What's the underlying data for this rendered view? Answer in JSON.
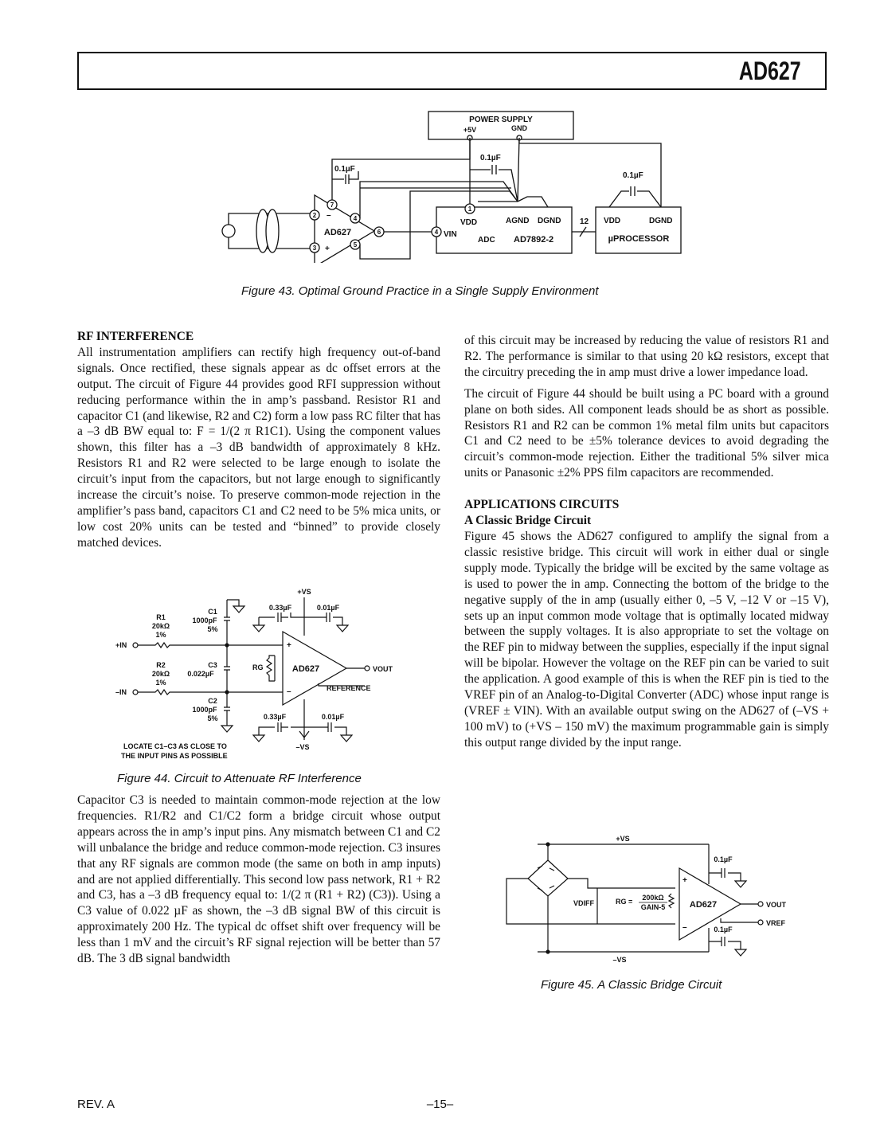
{
  "header": {
    "part_number": "AD627"
  },
  "figure43": {
    "caption": "Figure 43. Optimal Ground Practice in a Single Supply Environment",
    "labels": {
      "power_supply": "POWER SUPPLY",
      "plus5v": "+5V",
      "gnd": "GND",
      "cap1": "0.1µF",
      "cap2": "0.1µF",
      "cap3": "0.1µF",
      "amp": "AD627",
      "pin7": "7",
      "pin2": "2",
      "pin3": "3",
      "pin4": "4",
      "pin5": "5",
      "pin6": "6",
      "adc_pin1": "1",
      "adc_pin4": "4",
      "vdd": "VDD",
      "agnd": "AGND",
      "dgnd": "DGND",
      "vin": "VIN",
      "adc": "ADC",
      "adc_part": "AD7892-2",
      "bus": "12",
      "up_vdd": "VDD",
      "up_dgnd": "DGND",
      "microprocessor": "µPROCESSOR",
      "minus": "–",
      "plus": "+"
    }
  },
  "figure44": {
    "caption": "Figure 44. Circuit to Attenuate RF Interference",
    "labels": {
      "vs_pos": "+VS",
      "vs_neg": "–VS",
      "c1": "C1",
      "c1_val": "1000pF",
      "c1_tol": "5%",
      "r1": "R1",
      "r1_val": "20kΩ",
      "r1_tol": "1%",
      "in_pos": "+IN",
      "r2": "R2",
      "r2_val": "20kΩ",
      "r2_tol": "1%",
      "in_neg": "–IN",
      "c3": "C3",
      "c3_val": "0.022µF",
      "c2": "C2",
      "c2_val": "1000pF",
      "c2_tol": "5%",
      "cap_033_top": "0.33µF",
      "cap_001_top": "0.01µF",
      "cap_033_bot": "0.33µF",
      "cap_001_bot": "0.01µF",
      "rg": "RG",
      "amp": "AD627",
      "vout": "VOUT",
      "reference": "REFERENCE",
      "note_line1": "LOCATE C1–C3 AS CLOSE TO",
      "note_line2": "THE INPUT PINS AS POSSIBLE",
      "plus": "+",
      "minus": "–"
    }
  },
  "figure45": {
    "caption": "Figure 45. A Classic Bridge Circuit",
    "labels": {
      "vs_pos": "+VS",
      "vs_neg": "–VS",
      "cap_top": "0.1µF",
      "cap_bot": "0.1µF",
      "vdiff": "VDIFF",
      "rg_eq": "RG =",
      "rg_num": "200kΩ",
      "rg_den": "GAIN-5",
      "amp": "AD627",
      "vout": "VOUT",
      "vref": "VREF",
      "plus": "+",
      "minus": "–"
    }
  },
  "left_column": {
    "rf_heading": "RF INTERFERENCE",
    "rf_p1": "All instrumentation amplifiers can rectify high frequency out-of-band signals. Once rectified, these signals appear as dc offset errors at the output. The circuit of Figure 44 provides good RFI suppression without reducing performance within the in amp’s passband. Resistor R1 and capacitor C1 (and likewise, R2 and C2) form a low pass RC filter that has a –3 dB BW equal to: F = 1/(2 π R1C1). Using the component values shown, this filter has a –3 dB bandwidth of approximately 8 kHz. Resistors R1 and R2 were selected to be large enough to isolate the circuit’s input from the capacitors, but not large enough to significantly increase the circuit’s noise. To preserve common-mode rejection in the amplifier’s pass band, capacitors C1 and C2 need to be 5% mica units, or low cost 20% units can be tested and “binned” to provide closely matched devices.",
    "rf_p2": "Capacitor C3 is needed to maintain common-mode rejection at the low frequencies. R1/R2 and C1/C2 form a bridge circuit whose output appears across the in amp’s input pins. Any mismatch between C1 and C2 will unbalance the bridge and reduce common-mode rejection. C3 insures that any RF signals are common mode (the same on both in amp inputs) and are not applied differentially. This second low pass network, R1 + R2 and C3, has a –3 dB frequency equal to: 1/(2 π (R1 + R2) (C3)). Using a C3 value of 0.022 µF as shown, the –3 dB signal BW of this circuit is approximately 200 Hz. The typical dc offset shift over frequency will be less than 1 mV and the circuit’s RF signal rejection will be better than 57 dB. The 3 dB signal bandwidth"
  },
  "right_column": {
    "p1": "of this circuit may be increased by reducing the value of resistors R1 and R2. The performance is similar to that using 20 kΩ resistors, except that the circuitry preceding the in amp must drive a lower impedance load.",
    "p2": "The circuit of Figure 44 should be built using a PC board with a ground plane on both sides. All component leads should be as short as possible. Resistors R1 and R2 can be common 1% metal film units but capacitors C1 and C2 need to be ±5% tolerance devices to avoid degrading the circuit’s common-mode rejection. Either the traditional 5% silver mica units or Panasonic ±2% PPS film capacitors are recommended.",
    "apps_heading": "APPLICATIONS CIRCUITS",
    "bridge_heading": "A Classic Bridge Circuit",
    "p3": "Figure 45 shows the AD627 configured to amplify the signal from a classic resistive bridge. This circuit will work in either dual or single supply mode. Typically the bridge will be excited by the same voltage as is used to power the in amp. Connecting the bottom of the bridge to the negative supply of the in amp (usually either 0, –5 V, –12 V or –15 V), sets up an input common mode voltage that is optimally located midway between the supply voltages. It is also appropriate to set the voltage on the REF pin to midway between the supplies, especially if the input signal will be bipolar. However the voltage on the REF pin can be varied to suit the application. A good example of this is when the REF pin is tied to the VREF pin of an Analog-to-Digital Converter (ADC) whose input range is (VREF ± VIN). With an available output swing on the AD627 of (–VS + 100 mV) to (+VS – 150 mV) the maximum programmable gain is simply this output range divided by the input range."
  },
  "footer": {
    "rev": "REV. A",
    "page": "–15–"
  }
}
